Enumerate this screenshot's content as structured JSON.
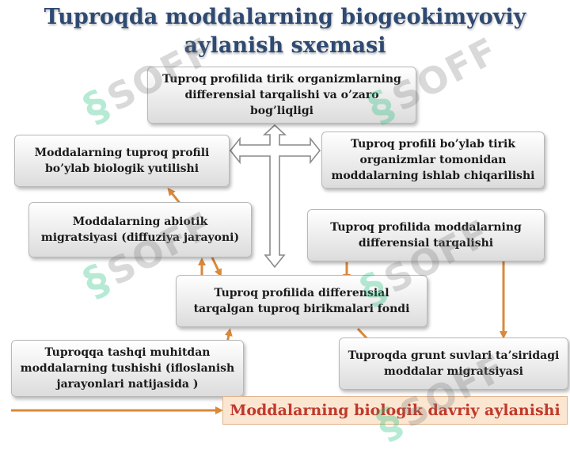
{
  "title": {
    "line1": "Tuproqda moddalarning biogeokimyoviy",
    "line2": "aylanish sxemasi"
  },
  "boxes": {
    "b1": [
      "Tuproq profilida tirik organizmlarning",
      "differensial tarqalishi va o’zaro",
      "bog’liqligi"
    ],
    "b2": [
      "Moddalarning tuproq profili",
      "bo’ylab biologik yutilishi"
    ],
    "b3": [
      "Tuproq profili bo’ylab tirik",
      "organizmlar tomonidan",
      "moddalarning ishlab chiqarilishi"
    ],
    "b4": [
      "Moddalarning abiotik",
      "migratsiyasi (diffuziya jarayoni)"
    ],
    "b5": [
      "Tuproq profilida moddalarning",
      "differensial tarqalishi"
    ],
    "b6": [
      "Tuproq  profilida differensial",
      "tarqalgan tuproq birikmalari fondi"
    ],
    "b7": [
      "Tuproqqa tashqi muhitdan",
      "moddalarning tushishi (ifloslanish",
      "jarayonlari natijasida )"
    ],
    "b8": [
      "Tuproqda grunt suvlari ta’siridagi",
      "moddalar migratsiyasi"
    ]
  },
  "banner": "Moddalarning biologik davriy aylanishi",
  "watermark": "SOFF",
  "colors": {
    "title": "#2f4a72",
    "arrow": "#d9893a",
    "banner_text": "#c0392b",
    "banner_bg": "#fbe6d2",
    "watermark_logo": "#20be78"
  }
}
